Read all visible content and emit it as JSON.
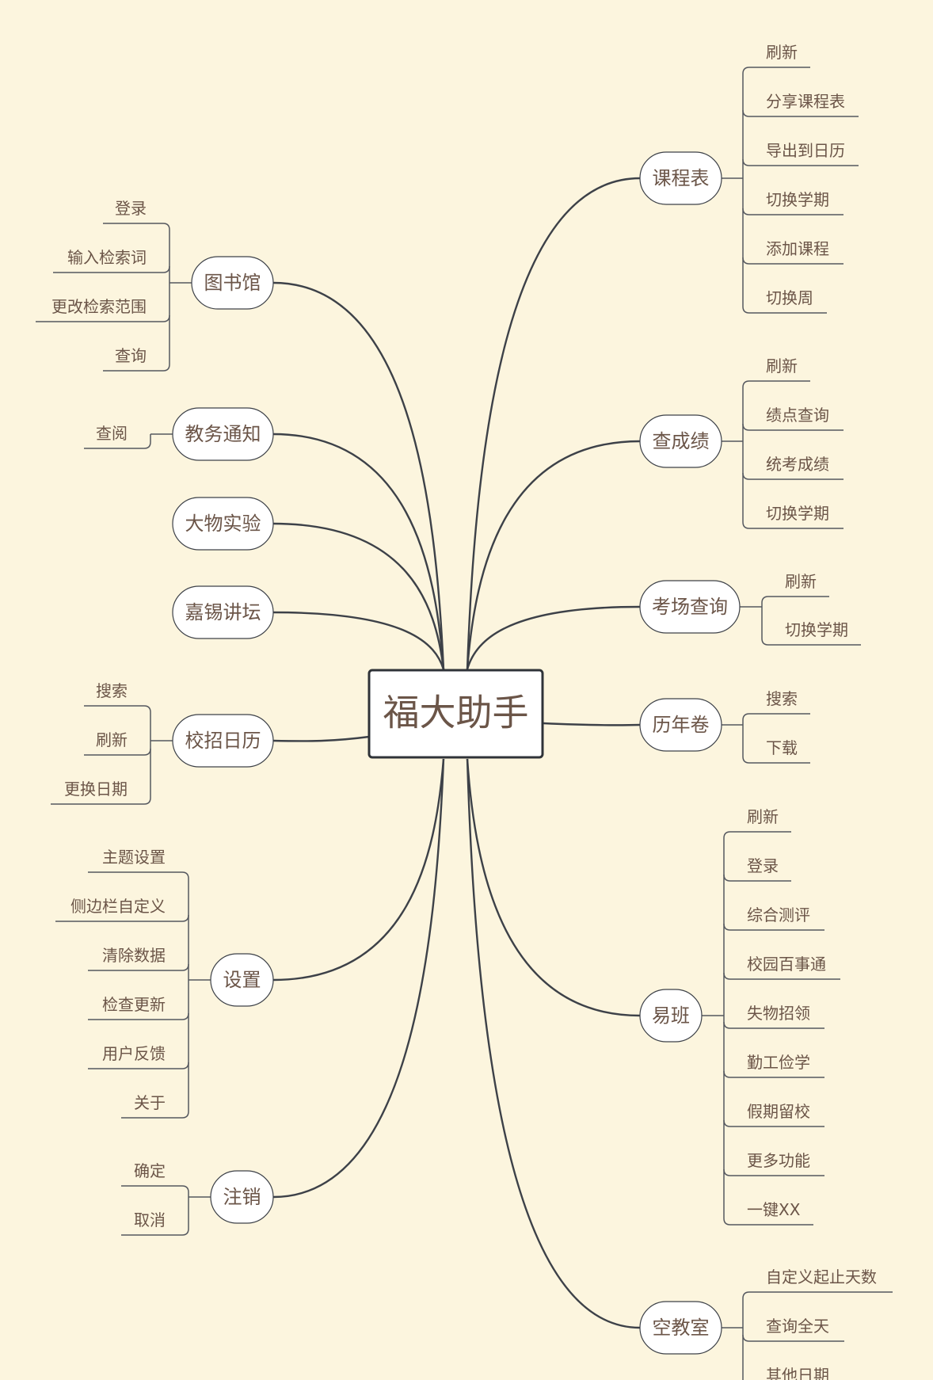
{
  "root": {
    "label": "福大助手"
  },
  "branches": [
    {
      "label": "课程表",
      "side": "right",
      "children": [
        "刷新",
        "分享课程表",
        "导出到日历",
        "切换学期",
        "添加课程",
        "切换周"
      ]
    },
    {
      "label": "查成绩",
      "side": "right",
      "children": [
        "刷新",
        "绩点查询",
        "统考成绩",
        "切换学期"
      ]
    },
    {
      "label": "考场查询",
      "side": "right",
      "children": [
        "刷新",
        "切换学期"
      ]
    },
    {
      "label": "历年卷",
      "side": "right",
      "children": [
        "搜索",
        "下载"
      ]
    },
    {
      "label": "易班",
      "side": "right",
      "children": [
        "刷新",
        "登录",
        "综合测评",
        "校园百事通",
        "失物招领",
        "勤工俭学",
        "假期留校",
        "更多功能",
        "一键XX"
      ]
    },
    {
      "label": "空教室",
      "side": "right",
      "children": [
        "自定义起止天数",
        "查询全天",
        "其他日期"
      ]
    },
    {
      "label": "图书馆",
      "side": "left",
      "children": [
        "登录",
        "输入检索词",
        "更改检索范围",
        "查询"
      ]
    },
    {
      "label": "教务通知",
      "side": "left",
      "children": [
        "查阅"
      ]
    },
    {
      "label": "大物实验",
      "side": "left",
      "children": []
    },
    {
      "label": "嘉锡讲坛",
      "side": "left",
      "children": []
    },
    {
      "label": "校招日历",
      "side": "left",
      "children": [
        "搜索",
        "刷新",
        "更换日期"
      ]
    },
    {
      "label": "设置",
      "side": "left",
      "children": [
        "主题设置",
        "侧边栏自定义",
        "清除数据",
        "检查更新",
        "用户反馈",
        "关于"
      ]
    },
    {
      "label": "注销",
      "side": "left",
      "children": [
        "确定",
        "取消"
      ]
    }
  ]
}
